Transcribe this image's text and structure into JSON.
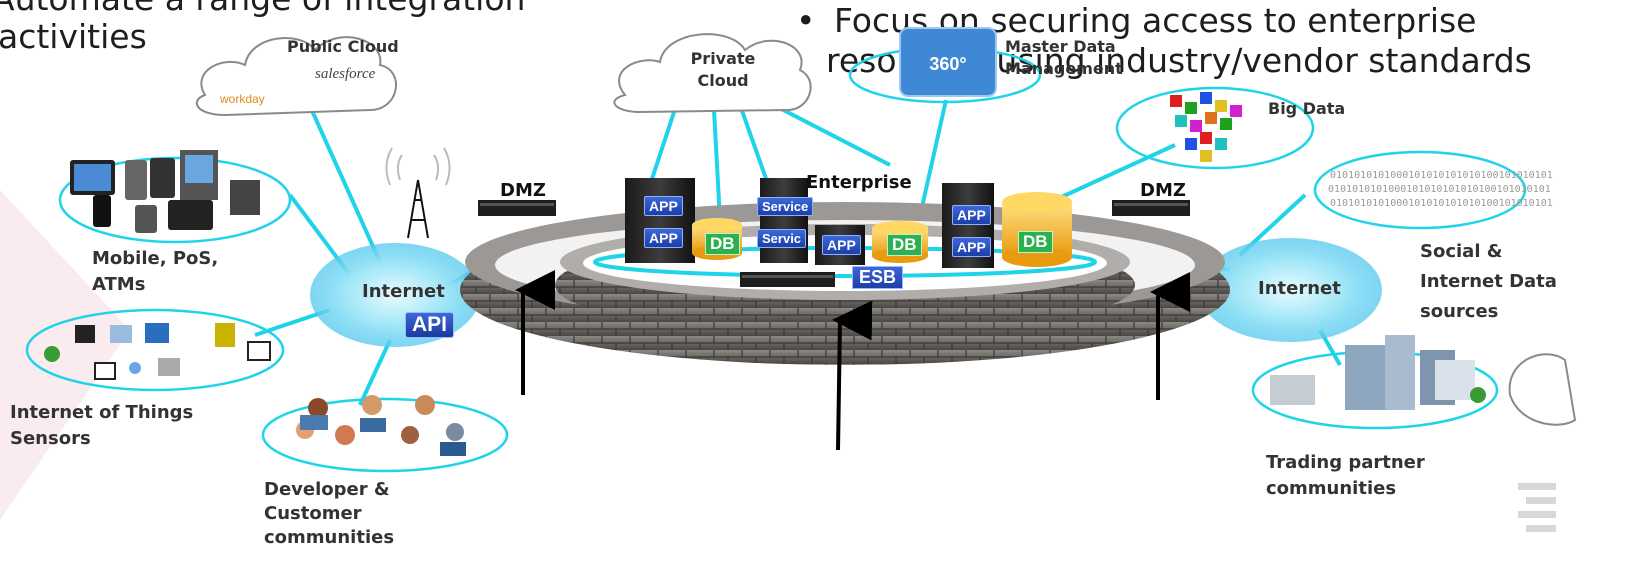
{
  "header": {
    "left_line1": "Automate a range of integration",
    "left_line2": "activities",
    "bullet_char": "•",
    "right_line1": "Focus on securing access to enterprise",
    "right_line2": "resources using industry/vendor standards"
  },
  "labels": {
    "public_cloud": "Public Cloud",
    "salesforce": "salesforce",
    "workday": "workday",
    "private_cloud": "Private Cloud",
    "master_data": "Master Data Management",
    "badge_360": "360°",
    "big_data": "Big Data",
    "dmz_left": "DMZ",
    "dmz_right": "DMZ",
    "enterprise": "Enterprise",
    "mobile": "Mobile, PoS, ATMs",
    "internet_left": "Internet",
    "api": "API",
    "iot": "Internet of Things Sensors",
    "developer": "Developer & Customer communities",
    "internet_right": "Internet",
    "social": "Social & Internet Data sources",
    "trading": "Trading partner communities",
    "esb": "ESB",
    "app": "APP",
    "db": "DB",
    "service": "Service",
    "service_cut": "Servic",
    "binary_text": "0101010101000101010101010100101010101"
  },
  "colors": {
    "link": "#1fd3e8",
    "wall": "#6d6a66",
    "chip_blue": "#2548c0",
    "db_gold": "#f4b21a",
    "db_green": "#2cb050",
    "arrow": "#000000",
    "label": "#333333"
  }
}
